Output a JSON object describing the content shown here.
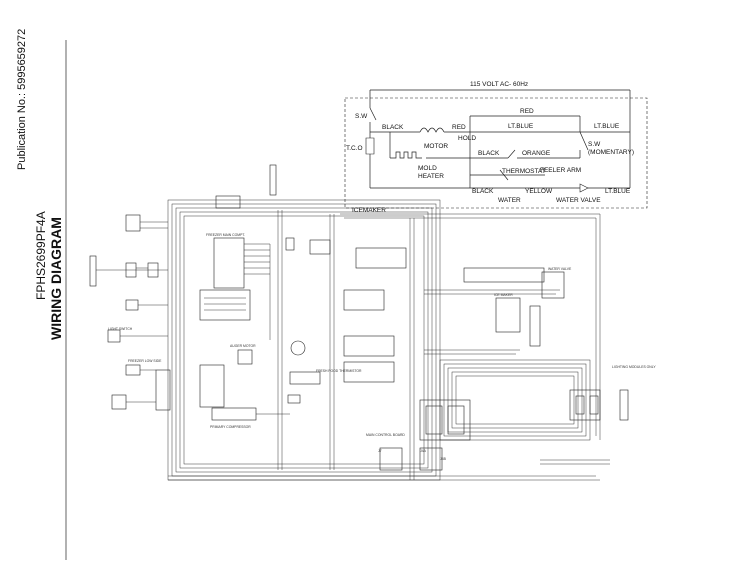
{
  "margin": {
    "publication": "Publication No.: 5995659272",
    "model": "FPHS2699PF4A",
    "title": "WIRING DIAGRAM"
  },
  "icemaker": {
    "supply": "115 VOLT AC- 60Hz",
    "sw_left": "S.W",
    "tco": "T.C.O",
    "black_top": "BLACK",
    "red_top": "RED",
    "red_right": "RED",
    "ltblue_mid": "LT.BLUE",
    "ltblue_right": "LT.BLUE",
    "hold": "HOLD",
    "motor": "MOTOR",
    "black_mid": "BLACK",
    "orange": "ORANGE",
    "sw_right": "S.W",
    "momentary": "(MOMENTARY)",
    "mold_heater_1": "MOLD",
    "mold_heater_2": "HEATER",
    "thermostat": "THERMOSTAT",
    "feeler_arm": "FEELER ARM",
    "black_bottom": "BLACK",
    "yellow": "YELLOW",
    "ltblue_bottom": "LT.BLUE",
    "water": "WATER",
    "water_valve": "WATER VALVE",
    "icemaker_label": "ICEMAKER"
  },
  "main_labels": {
    "freezer_main_compt": "FREEZER MAIN COMPT.",
    "freezer_low_side": "FREEZER LOW SIDE",
    "auger_motor": "AUGER MOTOR",
    "primary_compressor": "PRIMARY COMPRESSOR",
    "main_control_board": "MAIN CONTROL BOARD",
    "fresh_food_thermistor": "FRESH FOOD THERMISTOR",
    "j7": "J7",
    "j4a": "J4A",
    "j4b": "J4B",
    "ice_maker": "ICE MAKER",
    "water_valve_box": "WATER VALVE",
    "lighting_modules": "LIGHTING MODULES ONLY",
    "hinge_light": "LIGHT SWITCH"
  }
}
